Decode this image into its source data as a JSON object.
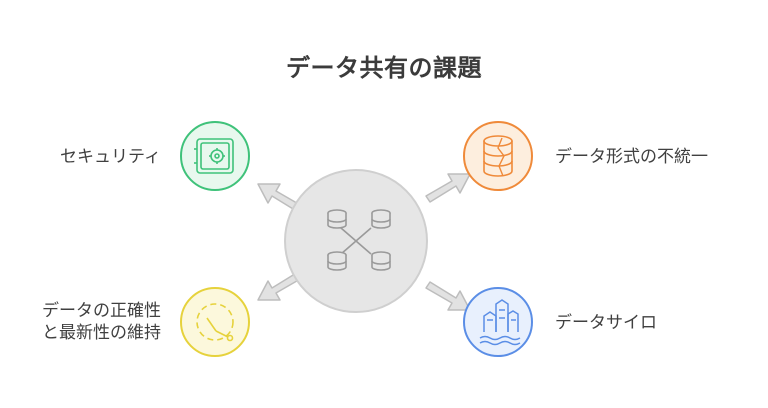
{
  "title": "データ共有の課題",
  "center": {
    "icon": "database-network-icon"
  },
  "items": [
    {
      "id": "security",
      "label": "セキュリティ",
      "icon": "safe-icon",
      "color": "#3fc27a",
      "fill": "#e8f8ee"
    },
    {
      "id": "format",
      "label": "データ形式の不統一",
      "icon": "broken-database-icon",
      "color": "#ef8a3a",
      "fill": "#fdeede"
    },
    {
      "id": "accuracy",
      "label_line1": "データの正確性",
      "label_line2": "と最新性の維持",
      "icon": "timer-icon",
      "color": "#e6d23c",
      "fill": "#fcf8dc"
    },
    {
      "id": "silo",
      "label": "データサイロ",
      "icon": "city-silo-icon",
      "color": "#5b8ee6",
      "fill": "#e8f0fd"
    }
  ],
  "colors": {
    "hub_fill": "#e6e6e6",
    "hub_stroke": "#cfcfcf",
    "arrow": "#bdbdbd",
    "icon_gray": "#9a9a9a"
  }
}
